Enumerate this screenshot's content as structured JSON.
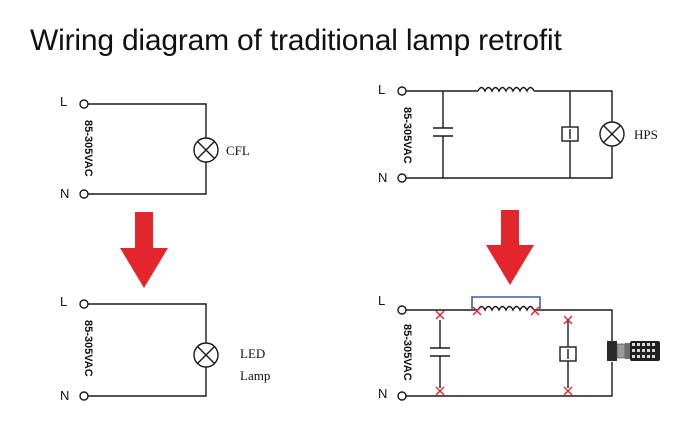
{
  "title": "Wiring diagram of traditional lamp retrofit",
  "labels": {
    "line": "L",
    "neutral": "N",
    "voltage": "85-305VAC",
    "cfl": "CFL",
    "led_line1": "LED",
    "led_line2": "Lamp",
    "hps": "HPS"
  },
  "colors": {
    "arrow": "#e2262b",
    "cut_mark": "#e0202a",
    "bypass_wire": "#3a5fb0",
    "wire": "#1a1a1a"
  }
}
